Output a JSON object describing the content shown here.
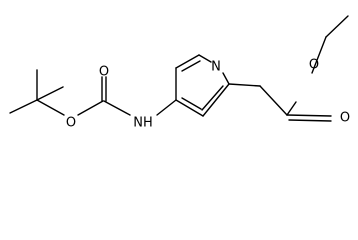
{
  "molecule": {
    "atom_labels": {
      "ring_nitrogen": "N",
      "amine_nh": "NH",
      "carbamate_carbonyl_o": "O",
      "carbamate_ester_o": "O",
      "ester_ether_o": "O",
      "ester_carbonyl_o": "O"
    }
  }
}
